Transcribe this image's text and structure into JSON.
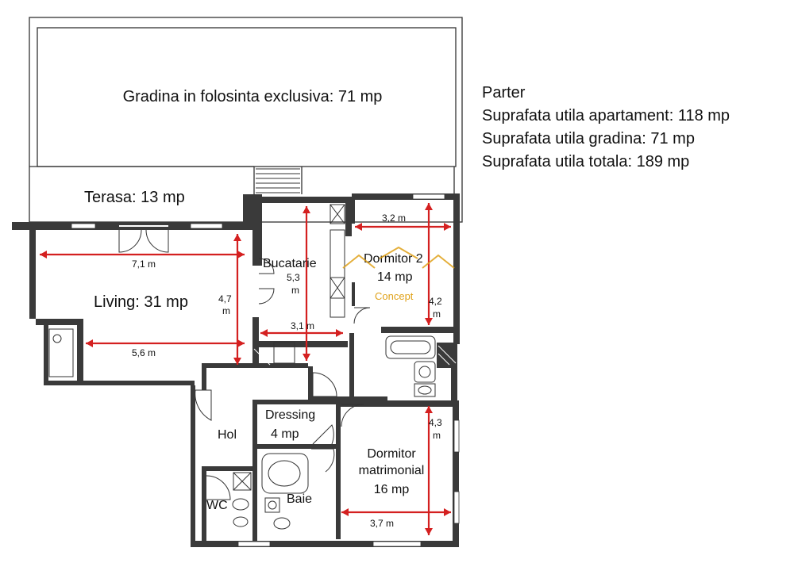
{
  "summary": {
    "title": "Parter",
    "lines": [
      "Suprafata utila apartament: 118 mp",
      "Suprafata utila gradina: 71 mp",
      "Suprafata utila totala: 189 mp"
    ]
  },
  "rooms": {
    "garden": "Gradina in folosinta exclusiva: 71 mp",
    "terrace": "Terasa: 13 mp",
    "living": "Living: 31 mp",
    "kitchen": "Bucatarie",
    "bedroom2_name": "Dormitor 2",
    "bedroom2_area": "14 mp",
    "dressing_name": "Dressing",
    "dressing_area": "4 mp",
    "hall": "Hol",
    "master_line1": "Dormitor",
    "master_line2": "matrimonial",
    "master_area": "16 mp",
    "wc": "WC",
    "bath": "Baie"
  },
  "dimensions": {
    "living_width": "7,1 m",
    "living_width_lower": "5,6 m",
    "living_depth": "4,7",
    "kitchen_depth": "5,3",
    "kitchen_width": "3,1 m",
    "bedroom2_width": "3,2 m",
    "bedroom2_depth": "4,2",
    "master_depth": "4,3",
    "master_width": "3,7 m",
    "unit": "m"
  },
  "watermark": {
    "text": "Concept"
  },
  "colors": {
    "wall": "#3a3a3a",
    "dimension": "#d42020",
    "watermark": "#e0a21a"
  }
}
